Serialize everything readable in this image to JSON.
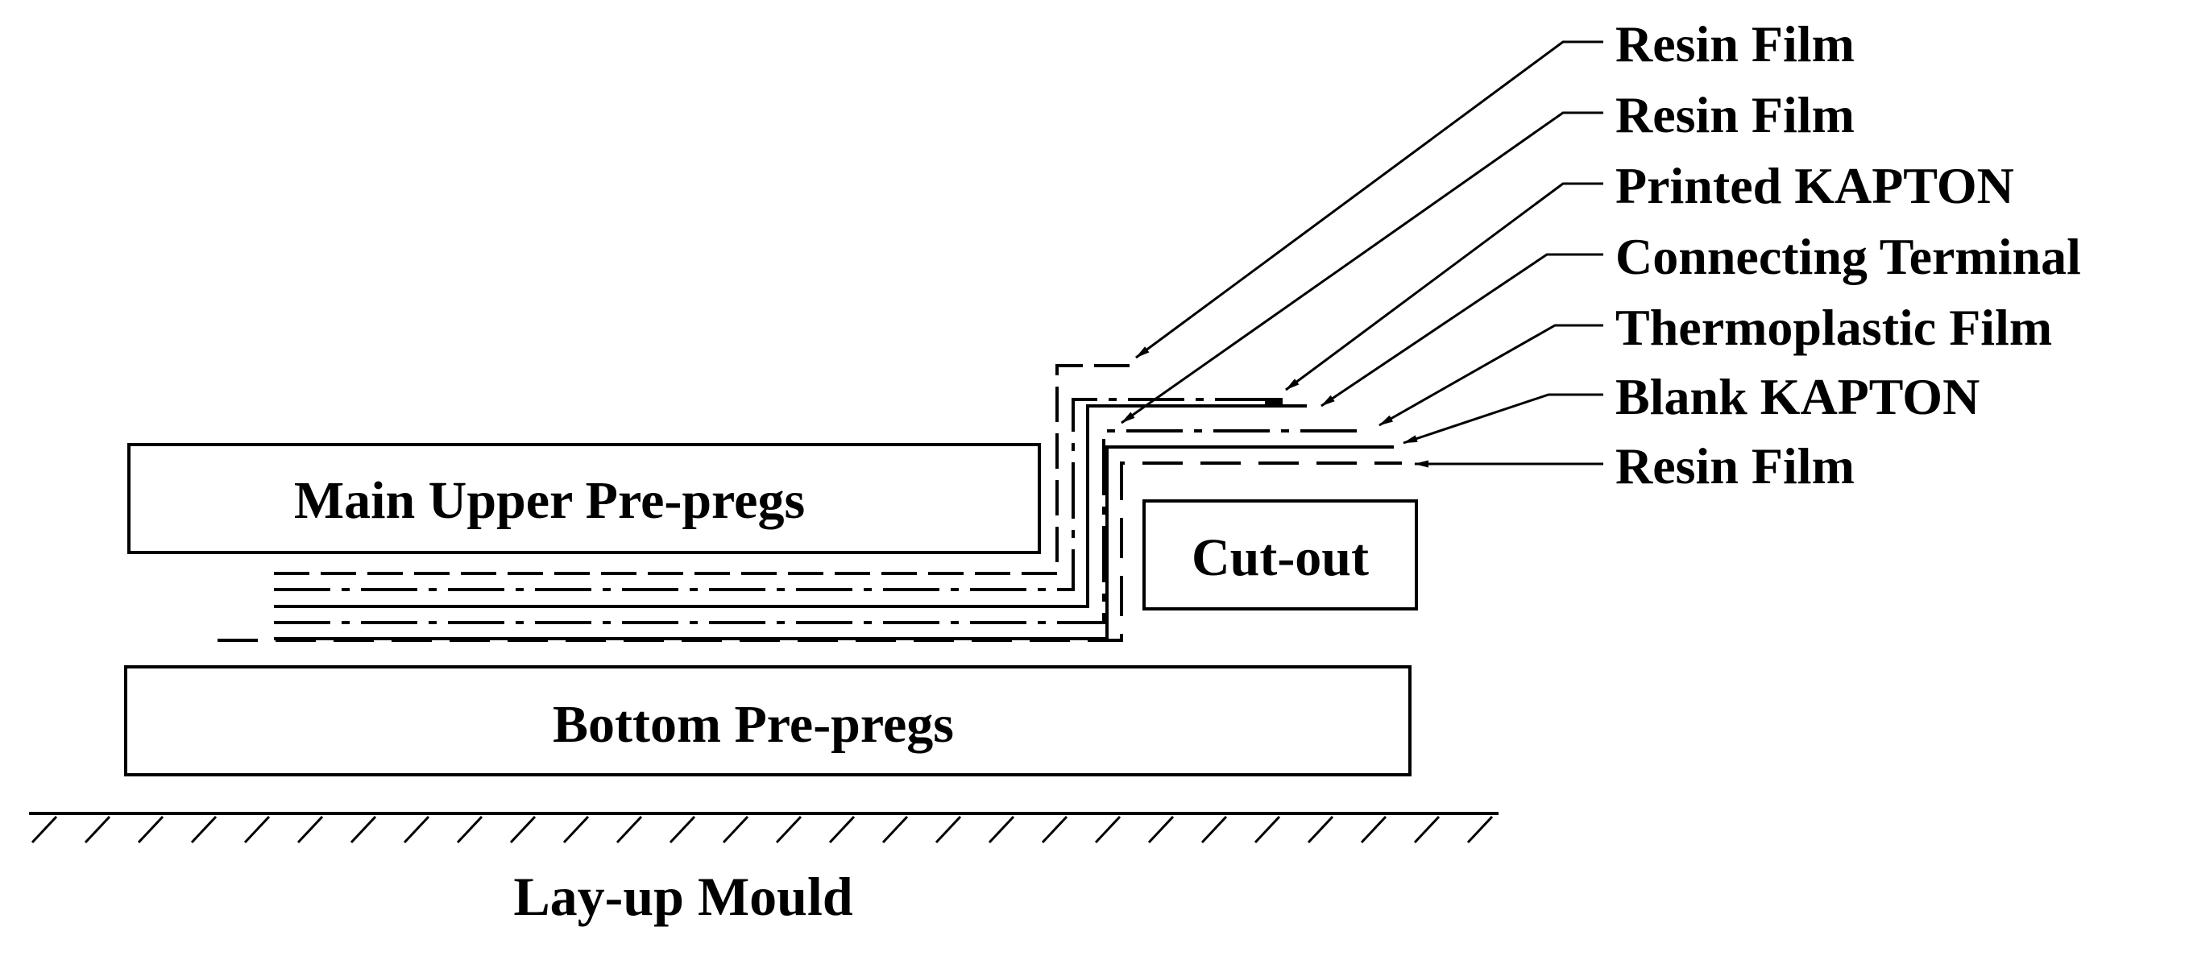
{
  "blocks": {
    "main_upper": "Main Upper Pre-pregs",
    "cut_out": "Cut-out",
    "bottom": "Bottom Pre-pregs"
  },
  "mould": {
    "label": "Lay-up Mould"
  },
  "callouts": [
    "Resin Film",
    "Resin Film",
    "Printed KAPTON",
    "Connecting Terminal",
    "Thermoplastic Film",
    "Blank KAPTON",
    "Resin Film"
  ]
}
